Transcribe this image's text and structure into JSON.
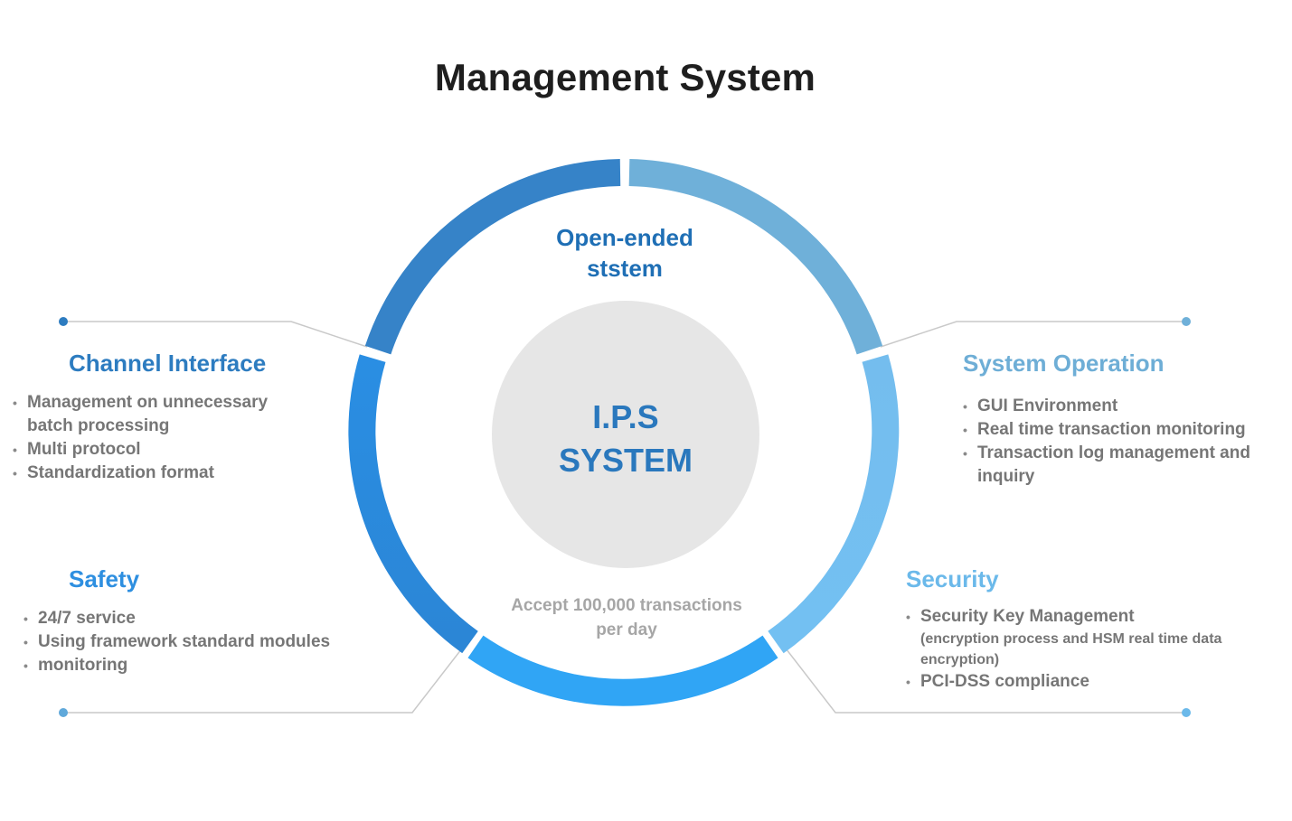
{
  "title": "Management System",
  "center": {
    "line1": "I.P.S",
    "line2": "SYSTEM"
  },
  "segments": {
    "top": {
      "line1": "Open-ended",
      "line2": "ststem"
    },
    "bottom": {
      "line1": "Accept 100,000 transactions",
      "line2": "per day"
    }
  },
  "channel_interface": {
    "heading": "Channel Interface",
    "items": [
      {
        "line1": "Management on unnecessary",
        "line2": "batch processing"
      },
      {
        "line1": "Multi protocol"
      },
      {
        "line1": "Standardization format"
      }
    ]
  },
  "system_operation": {
    "heading": "System Operation",
    "items": [
      {
        "line1": "GUI Environment"
      },
      {
        "line1": "Real time transaction monitoring"
      },
      {
        "line1": "Transaction log management and",
        "line2": "inquiry"
      }
    ]
  },
  "safety": {
    "heading": "Safety",
    "items": [
      {
        "line1": "24/7 service"
      },
      {
        "line1": "Using framework standard modules"
      },
      {
        "line1": "monitoring"
      }
    ]
  },
  "security": {
    "heading": "Security",
    "items": [
      {
        "line1": "Security Key Management",
        "sub1": "(encryption process and HSM real time data",
        "sub2": "encryption)"
      },
      {
        "line1": "PCI-DSS compliance"
      }
    ]
  },
  "colors": {
    "ring_top_left": "#3683c8",
    "ring_top_right": "#6fb0d9",
    "ring_right": "#73bdee",
    "ring_bottom": "#30a5f5",
    "ring_left": "#2a8ee3",
    "center_fill": "#e6e6e6",
    "connector_line": "#c9c9c9"
  }
}
